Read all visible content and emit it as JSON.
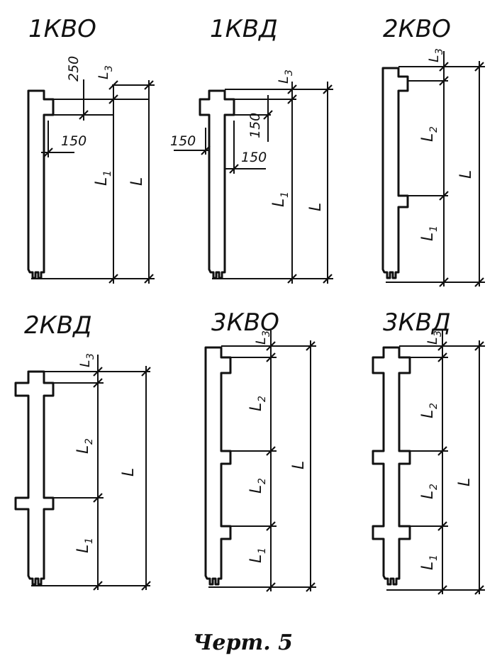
{
  "titles": {
    "t1": "1КВО",
    "t2": "1КВД",
    "t3": "2КВО",
    "t4": "2КВД",
    "t5": "3КВО",
    "t6": "3КВД"
  },
  "labels": {
    "L": "L",
    "L1": "L",
    "L1_sub": "1",
    "L2": "L",
    "L2_sub": "2",
    "L3": "L",
    "L3_sub": "3",
    "d150": "150",
    "d250": "250"
  },
  "caption": "Черт. 5"
}
